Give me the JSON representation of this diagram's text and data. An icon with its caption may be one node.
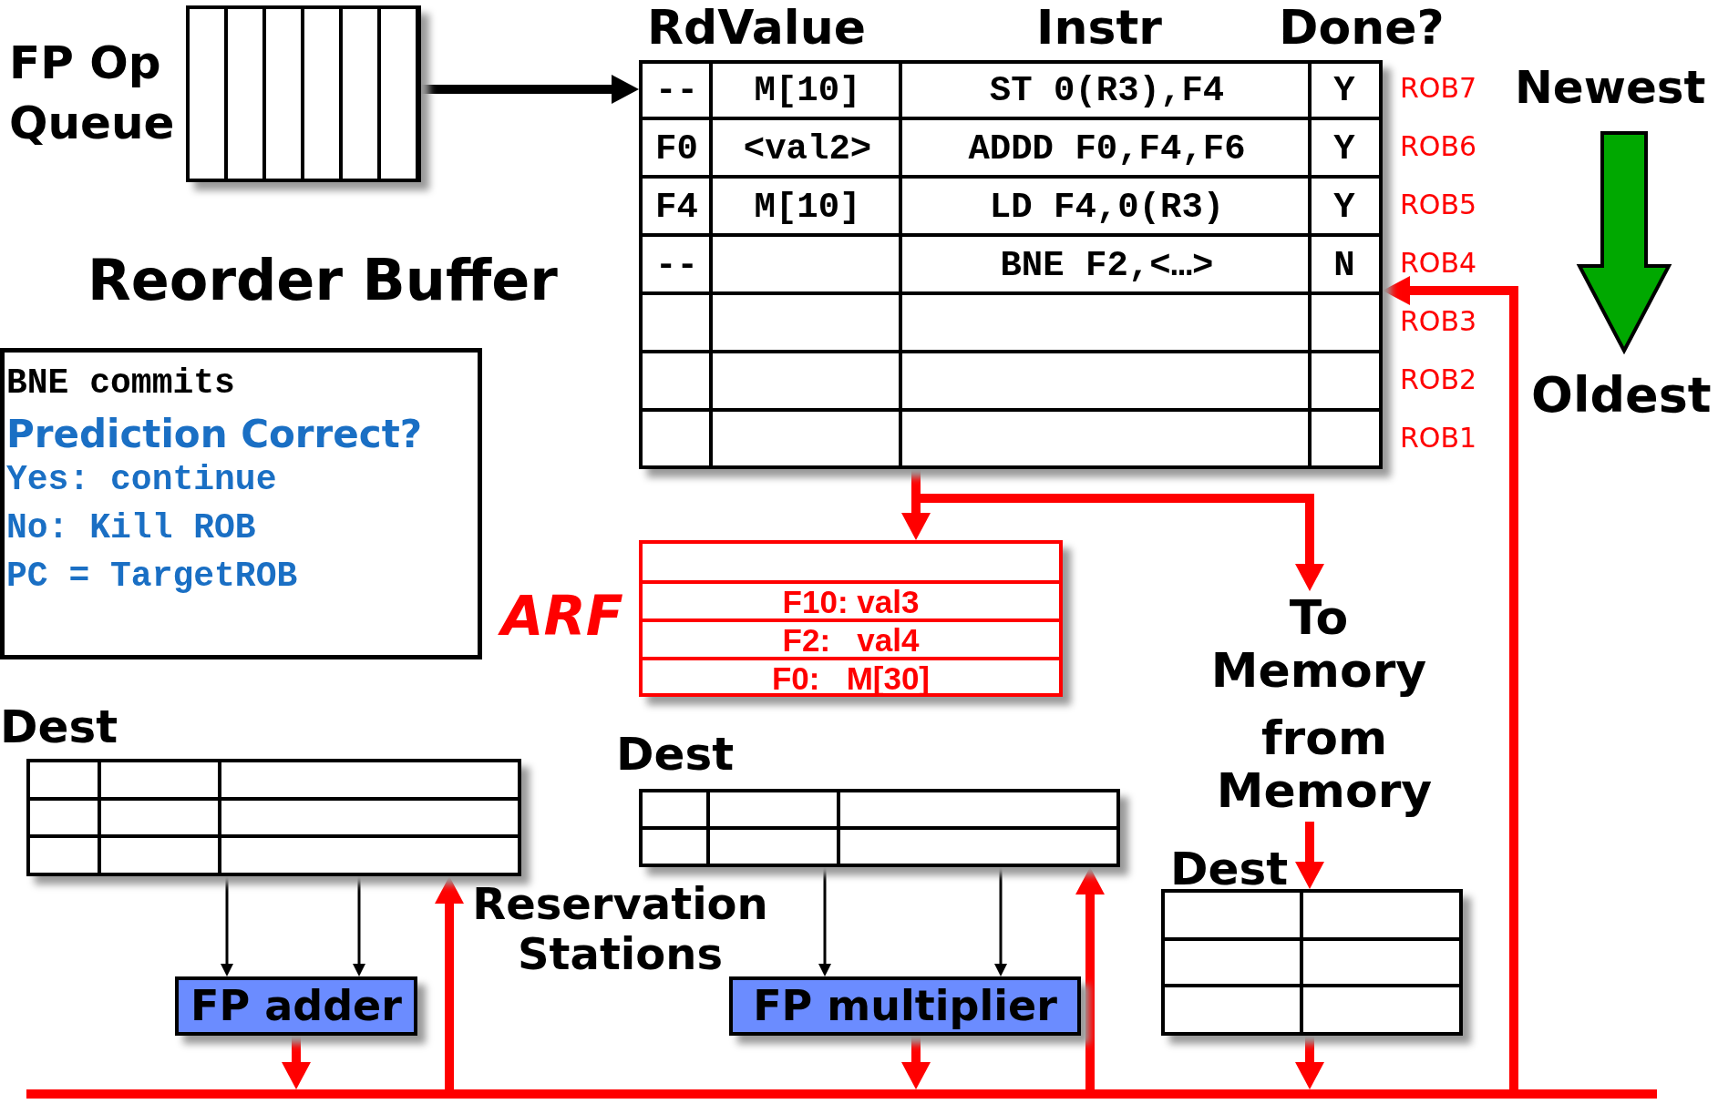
{
  "diagram": {
    "nodes": [
      {
        "text": [
          "FP Op Queue"
        ]
      },
      {
        "text": [],
        "shape": "box"
      },
      {
        "text": [
          "BNE commits",
          "Prediction Correct?",
          "Yes: continue",
          "No: Kill ROB",
          "PC = TargetROB"
        ]
      },
      {
        "text": [
          "ARF",
          "F10: val3",
          "F2:   val4",
          "F0:   M[30]"
        ]
      },
      {
        "text": [
          "To Memory"
        ]
      },
      {
        "text": [
          "Dest"
        ]
      },
      {
        "text": [
          "Dest"
        ]
      },
      {
        "text": [
          "from Memory"
        ]
      },
      {
        "text": [
          "Dest"
        ]
      },
      {
        "text": [
          "FP adder"
        ]
      },
      {
        "text": [
          "FP multiplier"
        ]
      },
      {
        "text": [],
        "shape": "bar"
      }
    ],
    "edges": [
      {
        "from": 0,
        "to": 1,
        "arrow": "to",
        "color": "#000000"
      },
      {
        "from": 1,
        "to": 3,
        "arrow": "to"
      },
      {
        "from": 1,
        "to": 4,
        "arrow": "to"
      },
      {
        "from": 5,
        "to": 9,
        "arrow": "to",
        "color": "#000000"
      },
      {
        "from": 5,
        "to": 9,
        "arrow": "to",
        "color": "#000000"
      },
      {
        "from": 6,
        "to": 10,
        "arrow": "to",
        "color": "#000000"
      },
      {
        "from": 6,
        "to": 10,
        "arrow": "to",
        "color": "#000000"
      },
      {
        "from": 7,
        "to": 8,
        "arrow": "to"
      },
      {
        "from": 9,
        "to": 11,
        "arrow": "to"
      },
      {
        "from": 10,
        "to": 11,
        "arrow": "to"
      },
      {
        "from": 8,
        "to": 11,
        "arrow": "to"
      },
      {
        "from": 11,
        "to": 5,
        "arrow": "to"
      },
      {
        "from": 11,
        "to": 6,
        "arrow": "to"
      },
      {
        "from": 11,
        "to": 1,
        "arrow": "to"
      }
    ],
    "labels": [
      "RdValue",
      "Instr",
      "Done?",
      "--",
      "M[10]",
      "ST 0(R3),F4",
      "Y",
      "F0",
      "<val2>",
      "ADDD F0,F4,F6",
      "Y",
      "F4",
      "M[10]",
      "LD F4,0(R3)",
      "Y",
      "--",
      "BNE F2,<…>",
      "N",
      "Reorder Buffer",
      "ROB7",
      "ROB6",
      "ROB5",
      "ROB4",
      "ROB3",
      "ROB2",
      "ROB1",
      "Newest",
      "Oldest",
      "Reservation Stations"
    ]
  }
}
